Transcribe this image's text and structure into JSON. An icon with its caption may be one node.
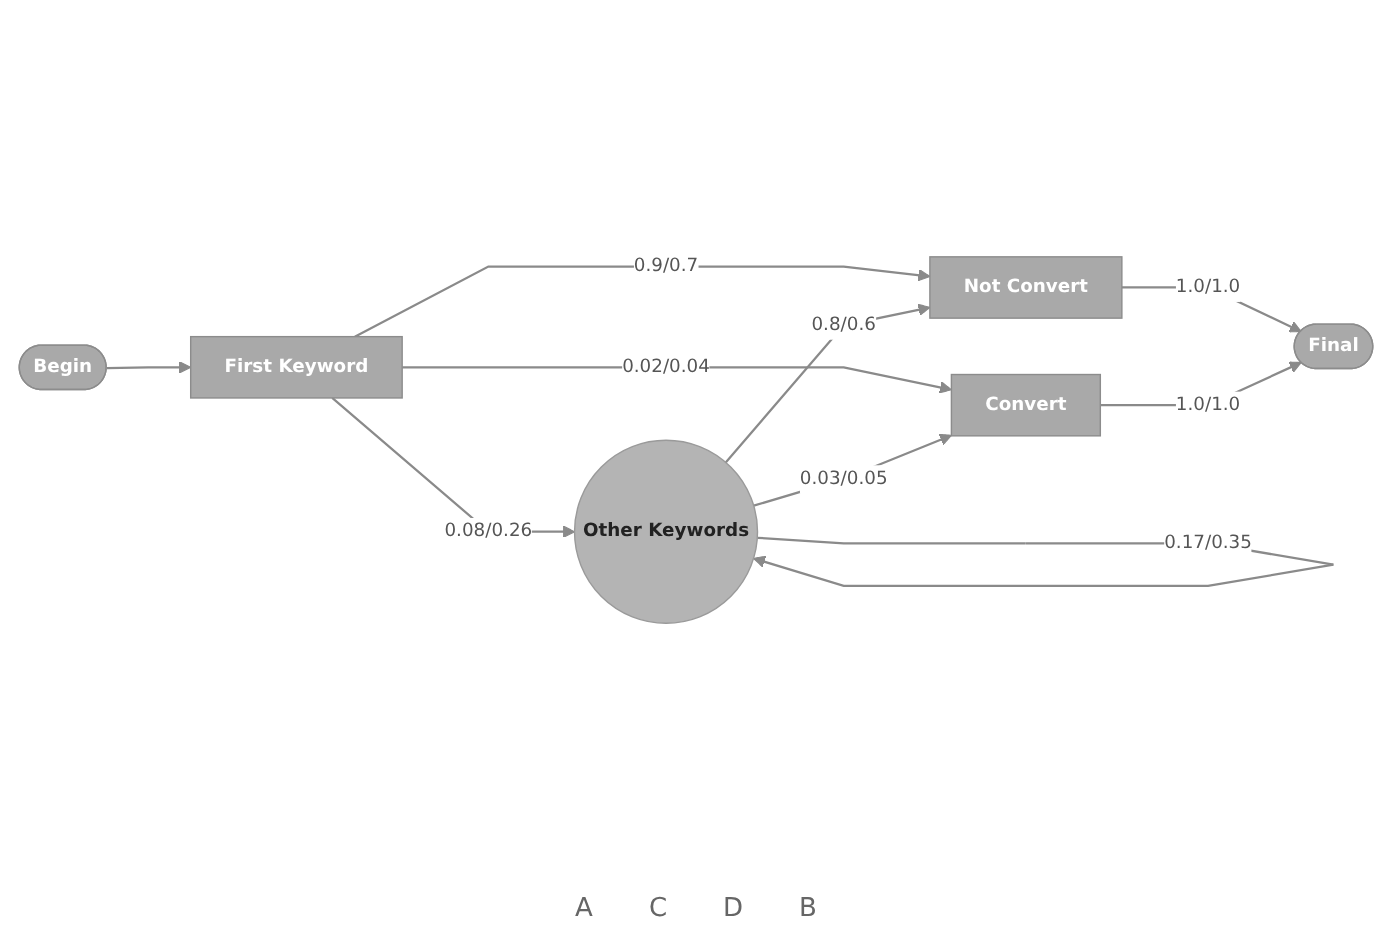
{
  "diagram": {
    "nodes": [
      {
        "text": [
          "Begin"
        ]
      },
      {
        "text": [
          "First Keyword"
        ]
      },
      {
        "text": [
          "Not Convert"
        ]
      },
      {
        "text": [
          "Other Keywords"
        ]
      },
      {
        "text": [
          "Convert"
        ]
      },
      {
        "text": [
          "Final"
        ]
      }
    ],
    "edges": [
      {
        "from": 0,
        "to": 1,
        "arrow": "to"
      },
      {
        "from": 1,
        "to": 2,
        "arrow": "to",
        "label": "0.9/0.7"
      },
      {
        "from": 1,
        "to": 3,
        "arrow": "to",
        "label": "0.08/0.26"
      },
      {
        "from": 1,
        "to": 4,
        "arrow": "to",
        "label": "0.02/0.04"
      },
      {
        "from": 3,
        "to": 2,
        "arrow": "to",
        "label": "0.8/0.6"
      },
      {
        "from": 3,
        "to": 3,
        "arrow": "to",
        "label": "0.17/0.35"
      },
      {
        "from": 3,
        "to": 4,
        "arrow": "to",
        "label": "0.03/0.05"
      },
      {
        "from": 2,
        "to": 5,
        "arrow": "to",
        "label": "1.0/1.0"
      },
      {
        "from": 4,
        "to": 5,
        "arrow": "to",
        "label": "1.0/1.0"
      }
    ],
    "labels": [
      "A",
      "C",
      "D",
      "B"
    ]
  }
}
